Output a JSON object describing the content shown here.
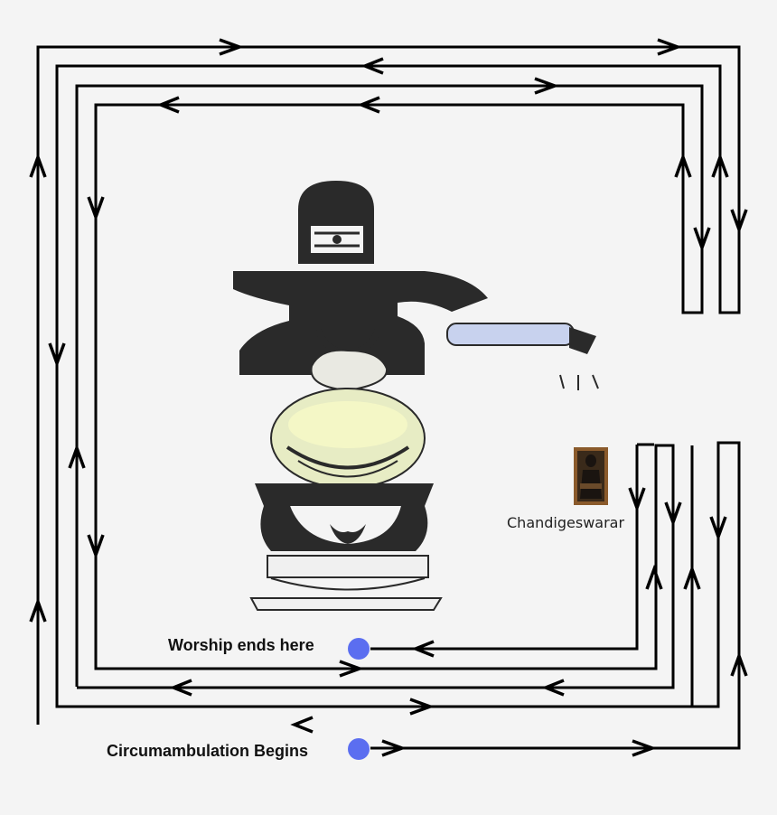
{
  "diagram": {
    "deity_name": "Chandigeswarar",
    "start_label": "Circumambulation Begins",
    "end_label": "Worship ends here",
    "colors": {
      "background": "#f4f4f4",
      "path": "#000000",
      "marker": "#5b6ef0",
      "idol_dark": "#2a2a2a"
    },
    "icons": [
      "lingam-idol",
      "nandi-bull",
      "deity-image"
    ]
  }
}
